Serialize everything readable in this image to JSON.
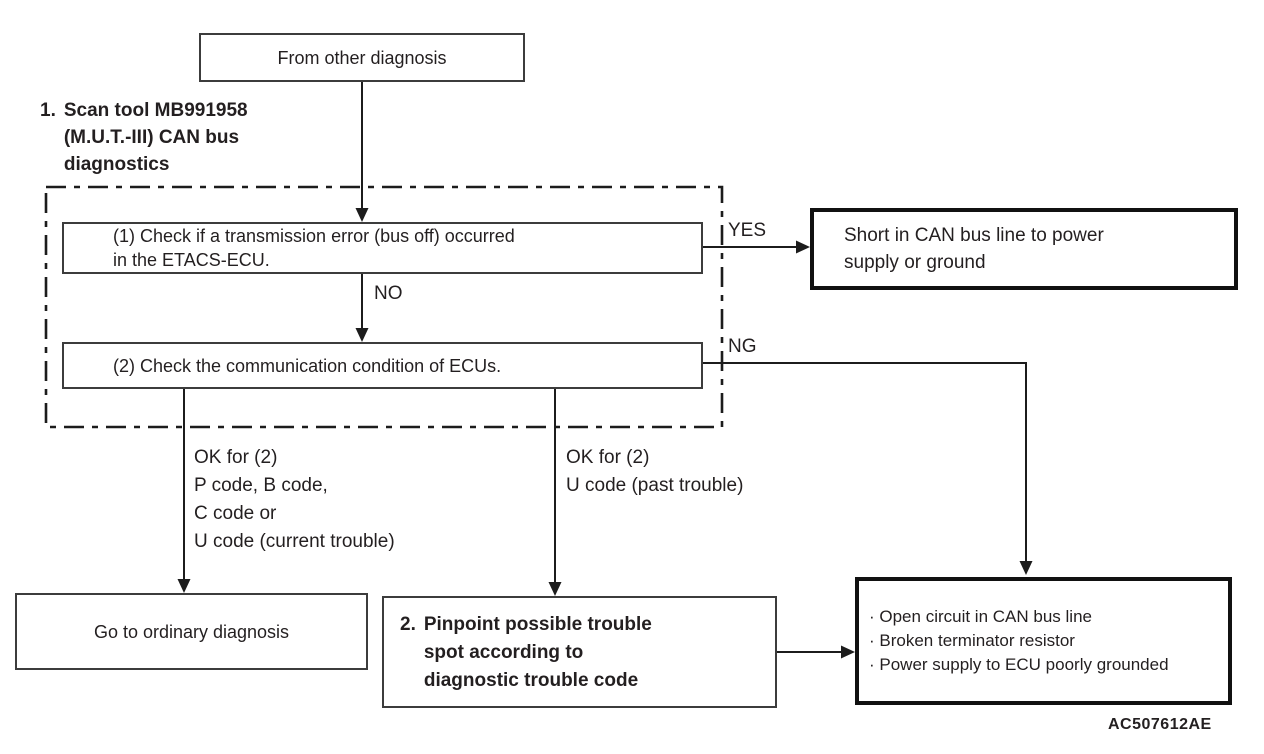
{
  "figure": {
    "code": "AC507612AE",
    "colors": {
      "ink": "#231f20",
      "background": "#ffffff"
    },
    "nodes": {
      "start": {
        "label": "From other diagnosis"
      },
      "scan_tool_heading": {
        "number": "1.",
        "text": "Scan tool MB991958\n(M.U.T.-III) CAN bus\ndiagnostics"
      },
      "check_transmission_error": {
        "label": "(1) Check if a transmission error (bus off) occurred\nin the ETACS-ECU."
      },
      "check_communication": {
        "label": "(2) Check the communication condition of ECUs."
      },
      "short_in_can_bus": {
        "label": "Short in CAN bus line to power\nsupply or ground"
      },
      "go_ordinary_diagnosis": {
        "label": "Go to ordinary diagnosis"
      },
      "pinpoint": {
        "number": "2.",
        "text": "Pinpoint possible trouble\nspot according to\ndiagnostic trouble code"
      },
      "causes": {
        "items": [
          "· Open circuit in CAN bus line",
          "· Broken terminator resistor",
          "· Power supply to ECU poorly grounded"
        ]
      }
    },
    "edge_labels": {
      "yes": "YES",
      "no": "NO",
      "ng": "NG",
      "ok_current": "OK for (2)\nP code, B code,\nC code or\nU code (current trouble)",
      "ok_past": "OK for (2)\nU code (past trouble)"
    }
  }
}
